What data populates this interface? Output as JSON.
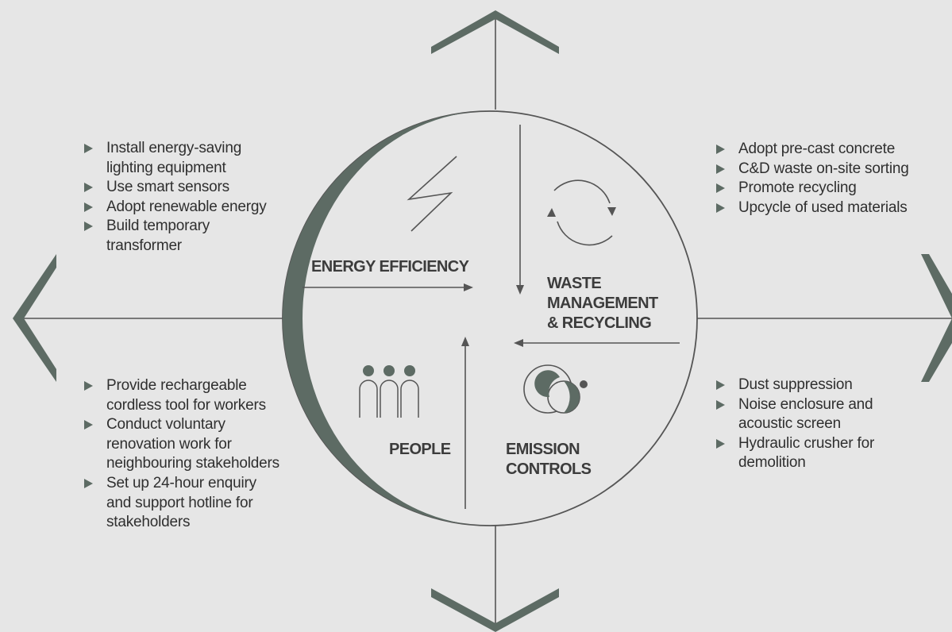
{
  "colors": {
    "background": "#e6e6e6",
    "accent": "#5d6b64",
    "line": "#555555",
    "text": "#2f2f2f"
  },
  "quadrants": {
    "energy": {
      "label": "ENERGY EFFICIENCY",
      "icon": "lightning-icon",
      "items": [
        "Install energy-saving\nlighting equipment",
        "Use smart sensors",
        "Adopt renewable energy",
        "Build temporary\ntransformer"
      ]
    },
    "waste": {
      "label": "WASTE\nMANAGEMENT\n& RECYCLING",
      "icon": "recycle-icon",
      "items": [
        "Adopt pre-cast concrete",
        "C&D waste on-site sorting",
        "Promote recycling",
        "Upcycle of used materials"
      ]
    },
    "people": {
      "label": "PEOPLE",
      "icon": "people-icon",
      "items": [
        "Provide rechargeable\ncordless tool for workers",
        "Conduct voluntary\nrenovation work for\nneighbouring stakeholders",
        "Set up 24-hour enquiry\nand support hotline for\nstakeholders"
      ]
    },
    "emission": {
      "label": "EMISSION\nCONTROLS",
      "icon": "emission-circles-icon",
      "items": [
        "Dust suppression",
        "Noise enclosure and\nacoustic screen",
        "Hydraulic crusher for\ndemolition"
      ]
    }
  }
}
